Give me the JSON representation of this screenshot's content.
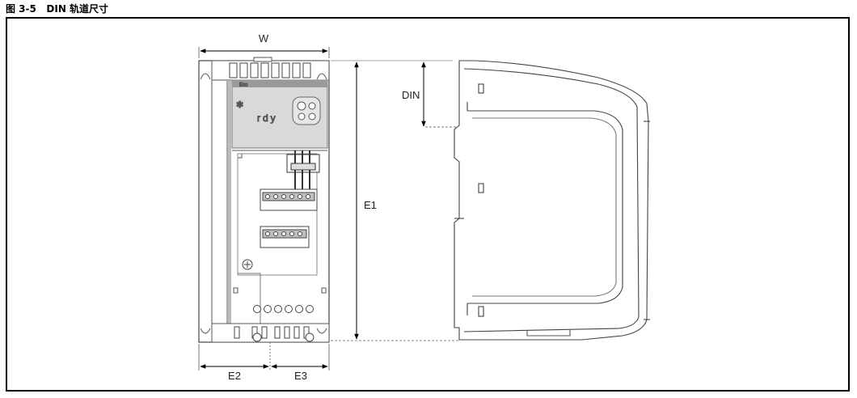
{
  "figure": {
    "caption": "图 3-5   DIN 轨道尺寸"
  },
  "dimensions": {
    "width_label": "W",
    "din_label": "DIN",
    "height_label": "E1",
    "e2_label": "E2",
    "e3_label": "E3"
  },
  "front_panel": {
    "brand_text": "Eco",
    "status_text": "rdy"
  }
}
